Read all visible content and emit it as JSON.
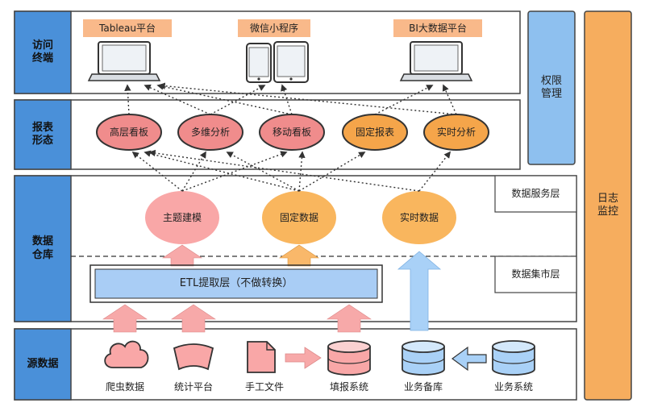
{
  "layers": {
    "access_terminal": "访问\n终端",
    "report_form": "报表\n形态",
    "data_warehouse": "数据\n仓库",
    "source_data": "源数据"
  },
  "terminals": [
    {
      "label": "Tableau平台",
      "device": "laptop"
    },
    {
      "label": "微信小程序",
      "device": "mobile"
    },
    {
      "label": "BI大数据平台",
      "device": "laptop"
    }
  ],
  "reports": [
    {
      "label": "高层看板",
      "color": "#f08c8c"
    },
    {
      "label": "多维分析",
      "color": "#f08c8c"
    },
    {
      "label": "移动看板",
      "color": "#f08c8c"
    },
    {
      "label": "固定报表",
      "color": "#f5a54a"
    },
    {
      "label": "实时分析",
      "color": "#f5a54a"
    }
  ],
  "warehouse_nodes": [
    {
      "label": "主题建模",
      "color": "#f9a7a7"
    },
    {
      "label": "固定数据",
      "color": "#f9b65e"
    },
    {
      "label": "实时数据",
      "color": "#f9b65e"
    }
  ],
  "side_tags": {
    "data_service_layer": "数据服务层",
    "data_mart_layer": "数据集市层"
  },
  "etl_label": "ETL提取层（不做转换）",
  "sources": [
    {
      "label": "爬虫数据",
      "shape": "cloud"
    },
    {
      "label": "统计平台",
      "shape": "banner"
    },
    {
      "label": "手工文件",
      "shape": "document"
    },
    {
      "label": "填报系统",
      "shape": "database"
    },
    {
      "label": "业务备库",
      "shape": "database"
    },
    {
      "label": "业务系统",
      "shape": "database"
    }
  ],
  "right_panels": {
    "permission": "权限\n管理",
    "log_monitor": "日志\n监控"
  },
  "colors": {
    "layer_blue": "#4a90d9",
    "terminal_tag": "#f9b98a",
    "report_pink": "#f08c8c",
    "report_orange": "#f5a54a",
    "node_pink": "#f9a7a7",
    "node_orange": "#f9b65e",
    "etl_blue": "#a9cdf5",
    "permission_blue": "#8ec0ef",
    "log_orange": "#f6ad5e",
    "arrow_pink": "#f7a9a9",
    "arrow_orange": "#f9b86a",
    "arrow_blue": "#a9d1f7"
  }
}
